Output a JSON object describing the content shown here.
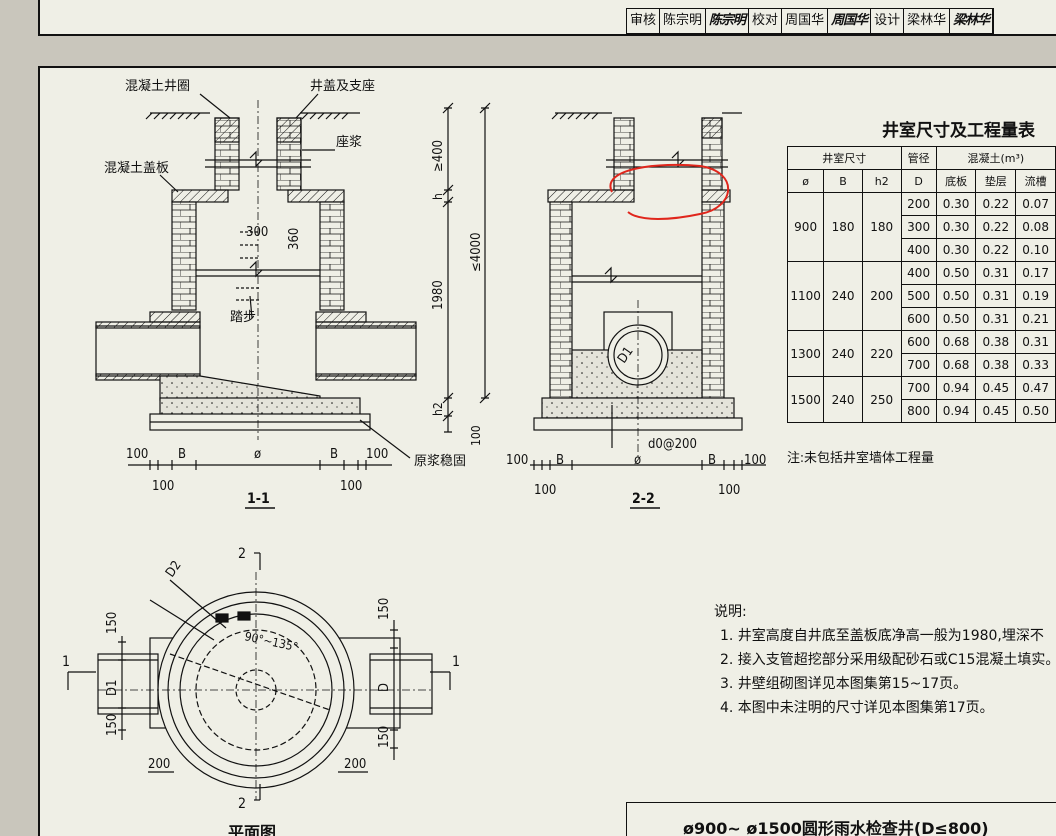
{
  "title_block": {
    "review_label": "审核",
    "reviewer": "陈宗明",
    "reviewer_sign": "陈宗明",
    "check_label": "校对",
    "checker": "周国华",
    "checker_sign": "周国华",
    "design_label": "设计",
    "designer": "梁林华",
    "designer_sign": "梁林华"
  },
  "section_1_1": {
    "label_ring": "混凝土井圈",
    "label_cover": "井盖及支座",
    "label_mortar": "座浆",
    "label_slab": "混凝土盖板",
    "label_step": "踏步",
    "label_grout": "原浆稳固",
    "dim_300": "300",
    "dim_360": "360",
    "dim_le400": "≥400",
    "dim_h": "h",
    "dim_le4000": "≤4000",
    "dim_1980": "1980",
    "dim_h2": "h2",
    "dim_100": "100",
    "dim_B": "B",
    "dim_phi": "ø",
    "caption": "1-1"
  },
  "section_2_2": {
    "dim_D1": "D1",
    "dim_d0": "d0@200",
    "dim_100": "100",
    "dim_B": "B",
    "dim_phi": "ø",
    "caption": "2-2"
  },
  "plan": {
    "cut_2": "2",
    "cut_1": "1",
    "dim_D2": "D2",
    "dim_150": "150",
    "dim_D1": "D1",
    "dim_D": "D",
    "dim_200": "200",
    "angle": "90°~135°",
    "caption": "平面图"
  },
  "quantity_table": {
    "title": "井室尺寸及工程量表",
    "header_chamber": "井室尺寸",
    "header_pipe": "管径",
    "header_concrete": "混凝土(m³)",
    "sub_headers": [
      "ø",
      "B",
      "h2",
      "D",
      "底板",
      "垫层",
      "流槽"
    ],
    "groups": [
      {
        "phi": "900",
        "B": "180",
        "h2": "180",
        "rows": [
          [
            "200",
            "0.30",
            "0.22",
            "0.07"
          ],
          [
            "300",
            "0.30",
            "0.22",
            "0.08"
          ],
          [
            "400",
            "0.30",
            "0.22",
            "0.10"
          ]
        ]
      },
      {
        "phi": "1100",
        "B": "240",
        "h2": "200",
        "rows": [
          [
            "400",
            "0.50",
            "0.31",
            "0.17"
          ],
          [
            "500",
            "0.50",
            "0.31",
            "0.19"
          ],
          [
            "600",
            "0.50",
            "0.31",
            "0.21"
          ]
        ]
      },
      {
        "phi": "1300",
        "B": "240",
        "h2": "220",
        "rows": [
          [
            "600",
            "0.68",
            "0.38",
            "0.31"
          ],
          [
            "700",
            "0.68",
            "0.38",
            "0.33"
          ]
        ]
      },
      {
        "phi": "1500",
        "B": "240",
        "h2": "250",
        "rows": [
          [
            "700",
            "0.94",
            "0.45",
            "0.47"
          ],
          [
            "800",
            "0.94",
            "0.45",
            "0.50"
          ]
        ]
      }
    ],
    "note": "注:未包括井室墙体工程量"
  },
  "notes": {
    "heading": "说明:",
    "items": [
      "1. 井室高度自井底至盖板底净高一般为1980,埋深不",
      "2. 接入支管超挖部分采用级配砂石或C15混凝土填实。",
      "3. 井壁组砌图详见本图集第15~17页。",
      "4. 本图中未注明的尺寸详见本图集第17页。"
    ]
  },
  "drawing_title": "ø900~ ø1500圆形雨水检查井(D≤800)",
  "colors": {
    "paper": "#efefe6",
    "ink": "#111111",
    "markup": "#e0261c",
    "backdrop": "#c9c6bc"
  }
}
